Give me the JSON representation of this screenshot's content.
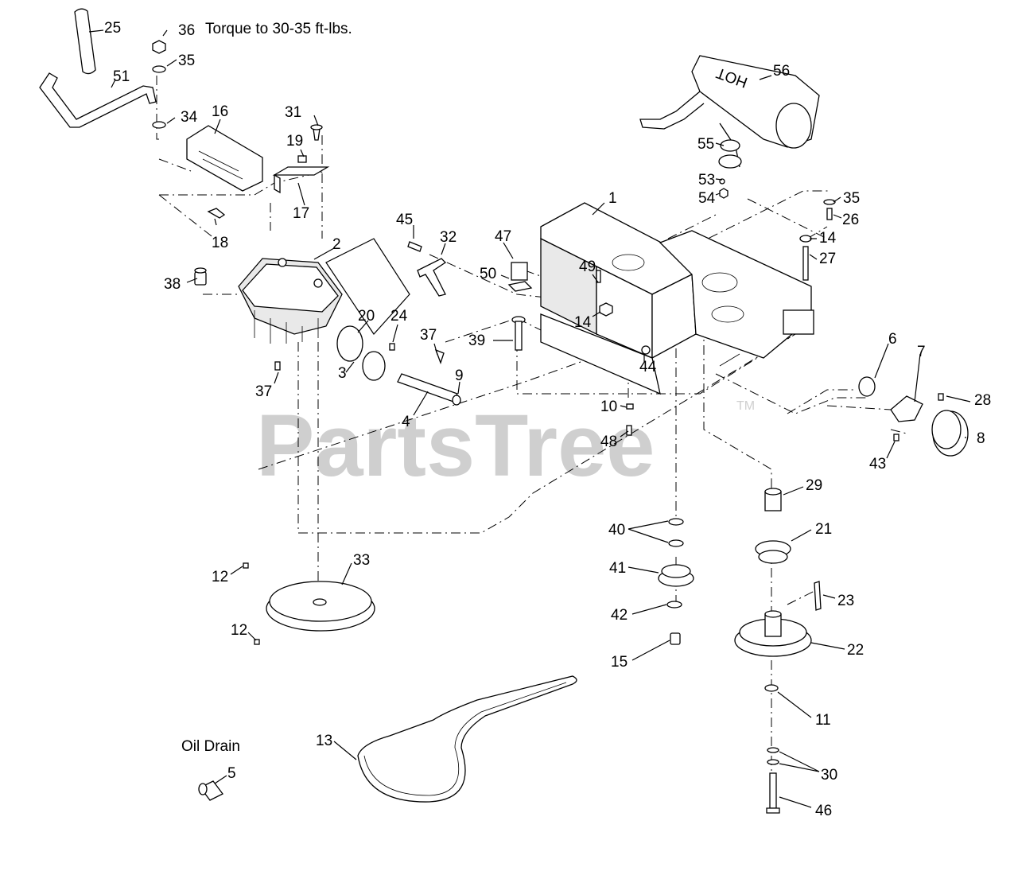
{
  "watermark": "PartsTree",
  "trademark": "TM",
  "torque_note": "Torque to 30-35 ft-lbs.",
  "oil_drain_label": "Oil Drain",
  "muffler_text": "HOT",
  "callouts": [
    "1",
    "2",
    "3",
    "4",
    "5",
    "6",
    "7",
    "8",
    "9",
    "10",
    "11",
    "12",
    "12",
    "13",
    "14",
    "14",
    "15",
    "16",
    "17",
    "18",
    "19",
    "20",
    "21",
    "22",
    "23",
    "24",
    "25",
    "26",
    "27",
    "28",
    "29",
    "30",
    "31",
    "32",
    "33",
    "34",
    "35",
    "35",
    "36",
    "37",
    "37",
    "38",
    "39",
    "40",
    "41",
    "42",
    "43",
    "44",
    "45",
    "46",
    "47",
    "48",
    "49",
    "50",
    "51",
    "53",
    "54",
    "55",
    "56"
  ]
}
